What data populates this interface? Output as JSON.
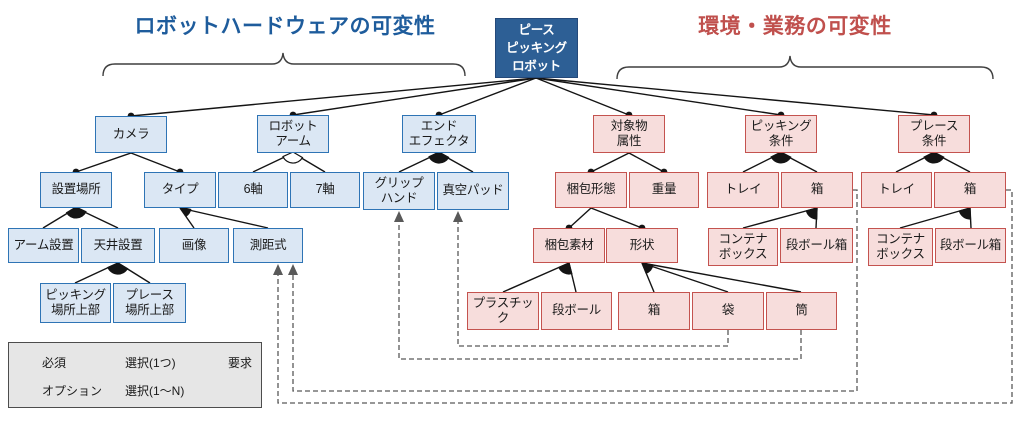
{
  "titles": {
    "hardware": "ロボットハードウェアの可変性",
    "environment": "環境・業務の可変性"
  },
  "root": {
    "label": "ピース\nピッキング\nロボット"
  },
  "nodes": {
    "camera": "カメラ",
    "robot_arm": "ロボット\nアーム",
    "end_effector": "エンド\nエフェクタ",
    "install_location": "設置場所",
    "type": "タイプ",
    "axis6": "6軸",
    "axis7": "7軸",
    "grip_hand": "グリップ\nハンド",
    "vacuum_pad": "真空パッド",
    "arm_install": "アーム設置",
    "ceiling_install": "天井設置",
    "image": "画像",
    "ranging": "測距式",
    "picking_above": "ピッキング\n場所上部",
    "place_above": "プレース\n場所上部",
    "object_attr": "対象物\n属性",
    "picking_cond": "ピッキング\n条件",
    "place_cond": "プレース\n条件",
    "packing_form": "梱包形態",
    "weight": "重量",
    "tray_pick": "トレイ",
    "box_pick": "箱",
    "tray_place": "トレイ",
    "box_place": "箱",
    "packing_material": "梱包素材",
    "shape": "形状",
    "container_box_pick": "コンテナ\nボックス",
    "cardboard_box_pick": "段ボール箱",
    "container_box_place": "コンテナ\nボックス",
    "cardboard_box_place": "段ボール箱",
    "plastic": "プラスチック",
    "cardboard": "段ボール",
    "box_shape": "箱",
    "bag": "袋",
    "tube": "筒"
  },
  "legend": {
    "mandatory": "必須",
    "optional": "オプション",
    "xor": "選択(1つ)",
    "or": "選択(1～N)",
    "requires": "要求"
  },
  "requires_edges": [
    {
      "from": "袋",
      "to": "真空パッド"
    },
    {
      "from": "筒",
      "to": "グリップハンド"
    },
    {
      "from": "箱(ピッキング条件)",
      "to": "測距式"
    },
    {
      "from": "箱(プレース条件)",
      "to": "測距式"
    }
  ],
  "colors": {
    "hardware_fill": "#dbe7f4",
    "hardware_border": "#2e74b5",
    "environment_fill": "#f7dddc",
    "environment_border": "#c4534f",
    "root_fill": "#2d5f95",
    "title_blue": "#1e5c9c",
    "title_red": "#c0504d",
    "edge": "#141414",
    "requires_dash": "#595959",
    "legend_bg": "#e6e6e6"
  }
}
